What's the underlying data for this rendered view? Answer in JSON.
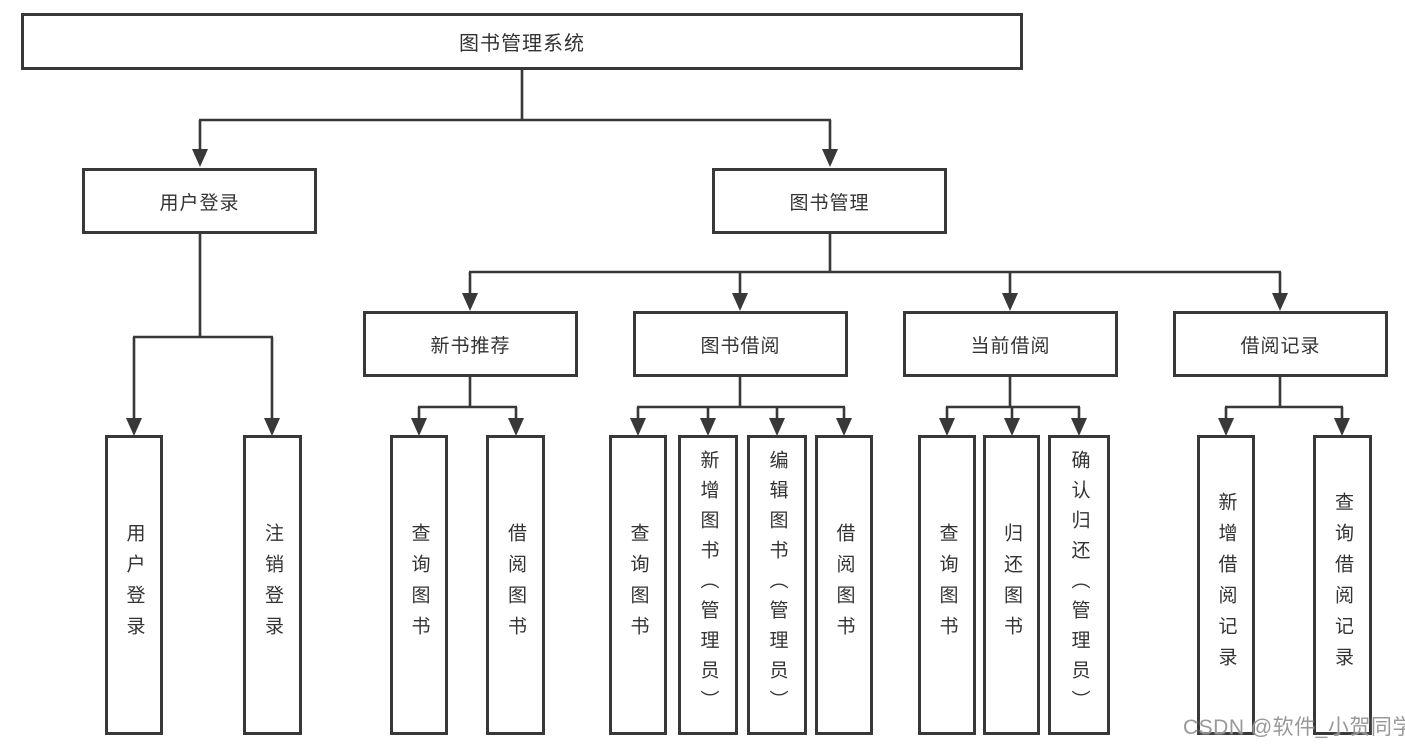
{
  "nodes": {
    "root": "图书管理系统",
    "user_login": "用户登录",
    "book_management": "图书管理",
    "new_book_recommend": "新书推荐",
    "book_borrow": "图书借阅",
    "current_borrow": "当前借阅",
    "borrow_records": "借阅记录",
    "leaf_user_login": "用户登录",
    "leaf_logout": "注销登录",
    "nb_query_books": "查询图书",
    "nb_borrow_books": "借阅图书",
    "bb_query_books": "查询图书",
    "bb_add_books": "新增图书（管理员）",
    "bb_edit_books": "编辑图书（管理员）",
    "bb_borrow_books": "借阅图书",
    "cb_query_books": "查询图书",
    "cb_return_books": "归还图书",
    "cb_confirm_return": "确认归还（管理员）",
    "br_add_record": "新增借阅记录",
    "br_query_record": "查询借阅记录"
  },
  "watermark": "CSDN @软件_小贺同学",
  "colors": {
    "line": "#383838",
    "box_border": "#383838",
    "text": "#333333",
    "box_background": "#ffffff",
    "watermark_text": "#949494"
  }
}
